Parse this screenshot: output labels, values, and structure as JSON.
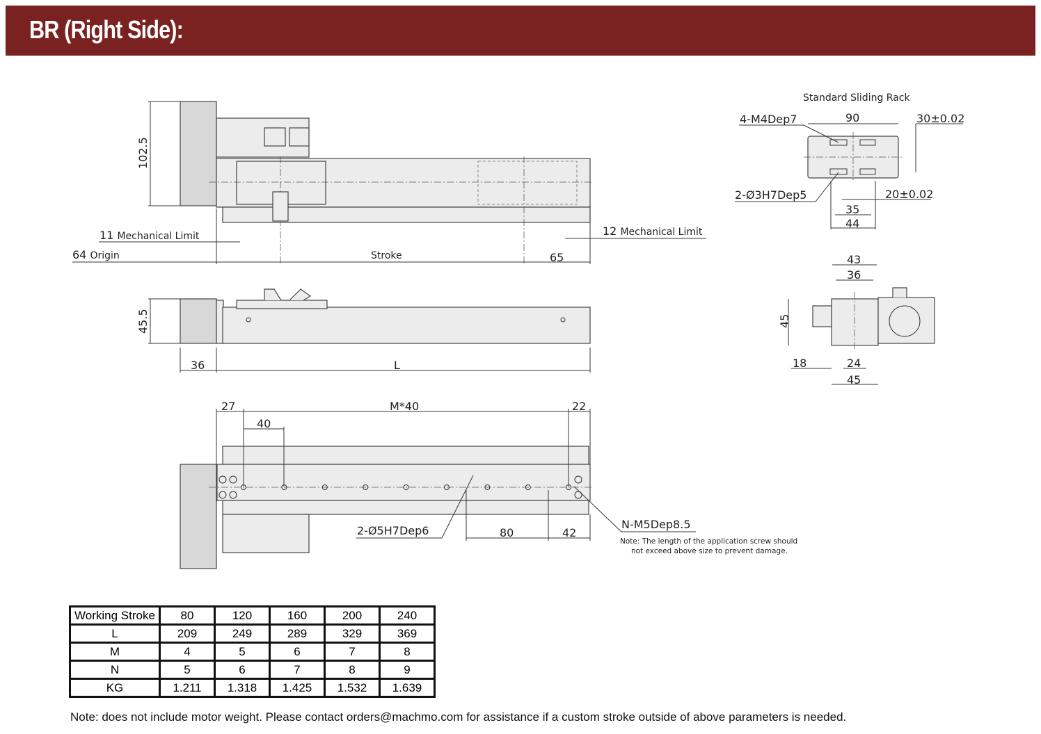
{
  "header": {
    "title": "BR (Right Side):"
  },
  "top_view": {
    "height_dim": "102.5",
    "left_limit": "11",
    "left_limit_label": "Mechanical Limit",
    "origin_value": "64",
    "origin_label": "Origin",
    "stroke_label": "Stroke",
    "right_dim": "65",
    "right_limit": "12",
    "right_limit_label": "Mechanical Limit"
  },
  "side_view": {
    "height_dim": "45.5",
    "motor_dim": "36",
    "length_label": "L"
  },
  "bottom_view": {
    "dim_left": "27",
    "pitch_label": "M*40",
    "dim_right": "22",
    "pitch": "40",
    "pin_holes": "2-Ø5H7Dep6",
    "dim_80": "80",
    "dim_42": "42",
    "tapped_holes": "N-M5Dep8.5",
    "screw_note_1": "Note: The length of the application screw should",
    "screw_note_2": "not exceed above size to prevent damage."
  },
  "sliding_rack": {
    "title": "Standard Sliding Rack",
    "tapped": "4-M4Dep7",
    "width": "90",
    "tol_30": "30±0.02",
    "pins": "2-Ø3H7Dep5",
    "tol_20": "20±0.02",
    "dim_35": "35",
    "dim_44": "44"
  },
  "end_view": {
    "dim_43": "43",
    "dim_36": "36",
    "height": "45",
    "dim_18": "18",
    "dim_24": "24",
    "dim_45": "45"
  },
  "spec_table": {
    "rows": [
      [
        "Working Stroke",
        "80",
        "120",
        "160",
        "200",
        "240"
      ],
      [
        "L",
        "209",
        "249",
        "289",
        "329",
        "369"
      ],
      [
        "M",
        "4",
        "5",
        "6",
        "7",
        "8"
      ],
      [
        "N",
        "5",
        "6",
        "7",
        "8",
        "9"
      ],
      [
        "KG",
        "1.211",
        "1.318",
        "1.425",
        "1.532",
        "1.639"
      ]
    ]
  },
  "footer_note": "Note: does not include motor weight. Please contact orders@machmo.com for assistance if a custom stroke outside of above parameters is needed."
}
